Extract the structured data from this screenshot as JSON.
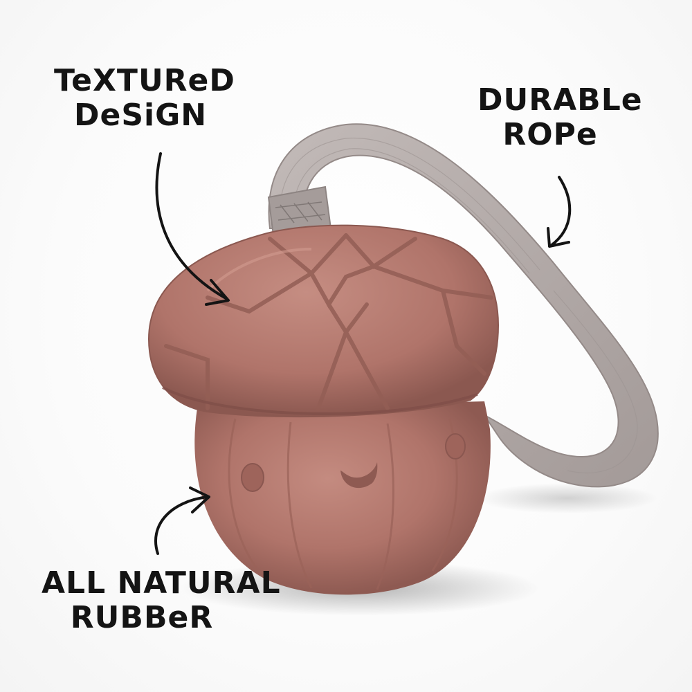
{
  "callouts": {
    "textured": {
      "line1": "TeXTUReD",
      "line2": "DeSiGN"
    },
    "rope": {
      "line1": "DURABLe",
      "line2": "ROPe"
    },
    "rubber": {
      "line1": "ALL NATURAL",
      "line2": "RUBBeR"
    }
  },
  "colors": {
    "rubber": "#b0746a",
    "rubber_dark": "#8e5a52",
    "rubber_light": "#c48b80",
    "strap": "#b6adab",
    "strap_dark": "#948a88",
    "ink": "#141414"
  }
}
